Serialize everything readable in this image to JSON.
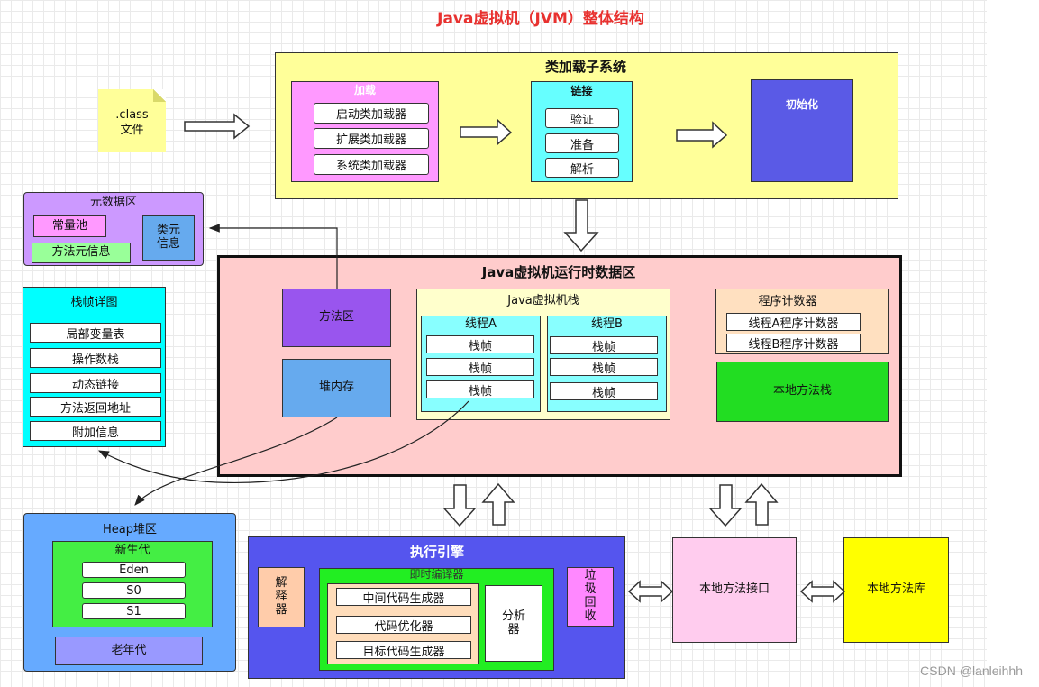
{
  "title": "Java虚拟机（JVM）整体结构",
  "class_file": {
    "line1": ".class",
    "line2": "文件"
  },
  "classloader": {
    "title": "类加载子系统",
    "loading": {
      "title": "加载",
      "items": [
        "启动类加载器",
        "扩展类加载器",
        "系统类加载器"
      ]
    },
    "linking": {
      "title": "链接",
      "items": [
        "验证",
        "准备",
        "解析"
      ]
    },
    "init": {
      "title": "初始化"
    }
  },
  "metaspace": {
    "title": "元数据区",
    "constant_pool": "常量池",
    "method_meta": "方法元信息",
    "class_meta": "类元\n信息"
  },
  "frame_detail": {
    "title": "栈帧详图",
    "items": [
      "局部变量表",
      "操作数栈",
      "动态链接",
      "方法返回地址",
      "附加信息"
    ]
  },
  "runtime": {
    "title": "Java虚拟机运行时数据区",
    "method_area": "方法区",
    "heap": "堆内存",
    "jvm_stack": {
      "title": "Java虚拟机栈",
      "thread_a": {
        "title": "线程A",
        "frames": [
          "栈帧",
          "栈帧",
          "栈帧"
        ]
      },
      "thread_b": {
        "title": "线程B",
        "frames": [
          "栈帧",
          "栈帧",
          "栈帧"
        ]
      }
    },
    "pc": {
      "title": "程序计数器",
      "items": [
        "线程A程序计数器",
        "线程B程序计数器"
      ]
    },
    "native_stack": "本地方法栈"
  },
  "heap_detail": {
    "title": "Heap堆区",
    "young": {
      "title": "新生代",
      "items": [
        "Eden",
        "S0",
        "S1"
      ]
    },
    "old": "老年代"
  },
  "engine": {
    "title": "执行引擎",
    "interpreter": "解\n释\n器",
    "jit": {
      "title": "即时编译器",
      "items": [
        "中间代码生成器",
        "代码优化器",
        "目标代码生成器"
      ],
      "analyzer": "分析\n器"
    },
    "gc": "垃\n圾\n回\n收"
  },
  "native_interface": "本地方法接口",
  "native_library": "本地方法库",
  "watermark": "CSDN @lanleihhh",
  "colors": {
    "title_red": "#e8312f",
    "classloader_bg": "#ffff99",
    "loading_bg": "#ff99ff",
    "linking_bg": "#66ffff",
    "init_bg": "#5a5ae6",
    "metaspace_bg": "#cc99ff",
    "frame_detail_bg": "#00ffff",
    "runtime_bg": "#ffcccc",
    "method_area_bg": "#9955ee",
    "heap_bg": "#66aaee",
    "jvm_stack_bg": "#ffffcc",
    "thread_bg": "#88ffff",
    "pc_bg": "#ffe0c0",
    "native_stack_bg": "#22dd22",
    "heap_detail_bg": "#66aaff",
    "young_bg": "#44ee44",
    "old_bg": "#9999ff",
    "engine_bg": "#5555ee",
    "interpreter_bg": "#ffccaa",
    "jit_bg": "#22ee22",
    "jit_inner_bg": "#ffddbb",
    "gc_bg": "#ff88ff",
    "native_interface_bg": "#ffccee",
    "native_library_bg": "#ffff00"
  }
}
